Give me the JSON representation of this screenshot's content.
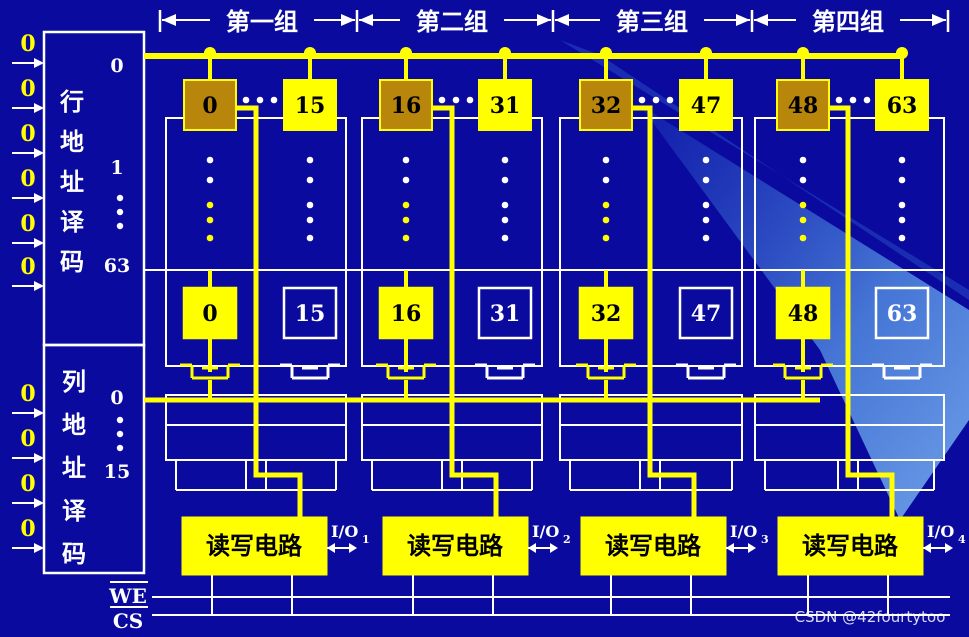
{
  "group_labels": [
    "第一组",
    "第二组",
    "第三组",
    "第四组"
  ],
  "row_decoder": {
    "chars": [
      "行",
      "地",
      "址",
      "译",
      "码"
    ],
    "lines": [
      "0",
      "1",
      "63"
    ]
  },
  "col_decoder": {
    "chars": [
      "列",
      "地",
      "址",
      "译",
      "码"
    ],
    "lines": [
      "0",
      "15"
    ]
  },
  "address_inputs": [
    "0",
    "0",
    "0",
    "0",
    "0",
    "0",
    "0",
    "0",
    "0",
    "0"
  ],
  "top_cells": [
    "0",
    "15",
    "16",
    "31",
    "32",
    "47",
    "48",
    "63"
  ],
  "bottom_cells": [
    "0",
    "15",
    "16",
    "31",
    "32",
    "47",
    "48",
    "63"
  ],
  "rw_circuit_label": "读写电路",
  "io_labels": [
    {
      "base": "I/O",
      "sub": "1"
    },
    {
      "base": "I/O",
      "sub": "2"
    },
    {
      "base": "I/O",
      "sub": "3"
    },
    {
      "base": "I/O",
      "sub": "4"
    }
  ],
  "control_signals": [
    "WE",
    "CS"
  ],
  "watermark": "CSDN @42fourtytoo",
  "colors": {
    "background": "#0a0a9e",
    "bus_yellow": "#ffff00",
    "cell_selected": "#b8860b",
    "grid_white": "#ffffff",
    "beam_light": "#4d8be0"
  }
}
